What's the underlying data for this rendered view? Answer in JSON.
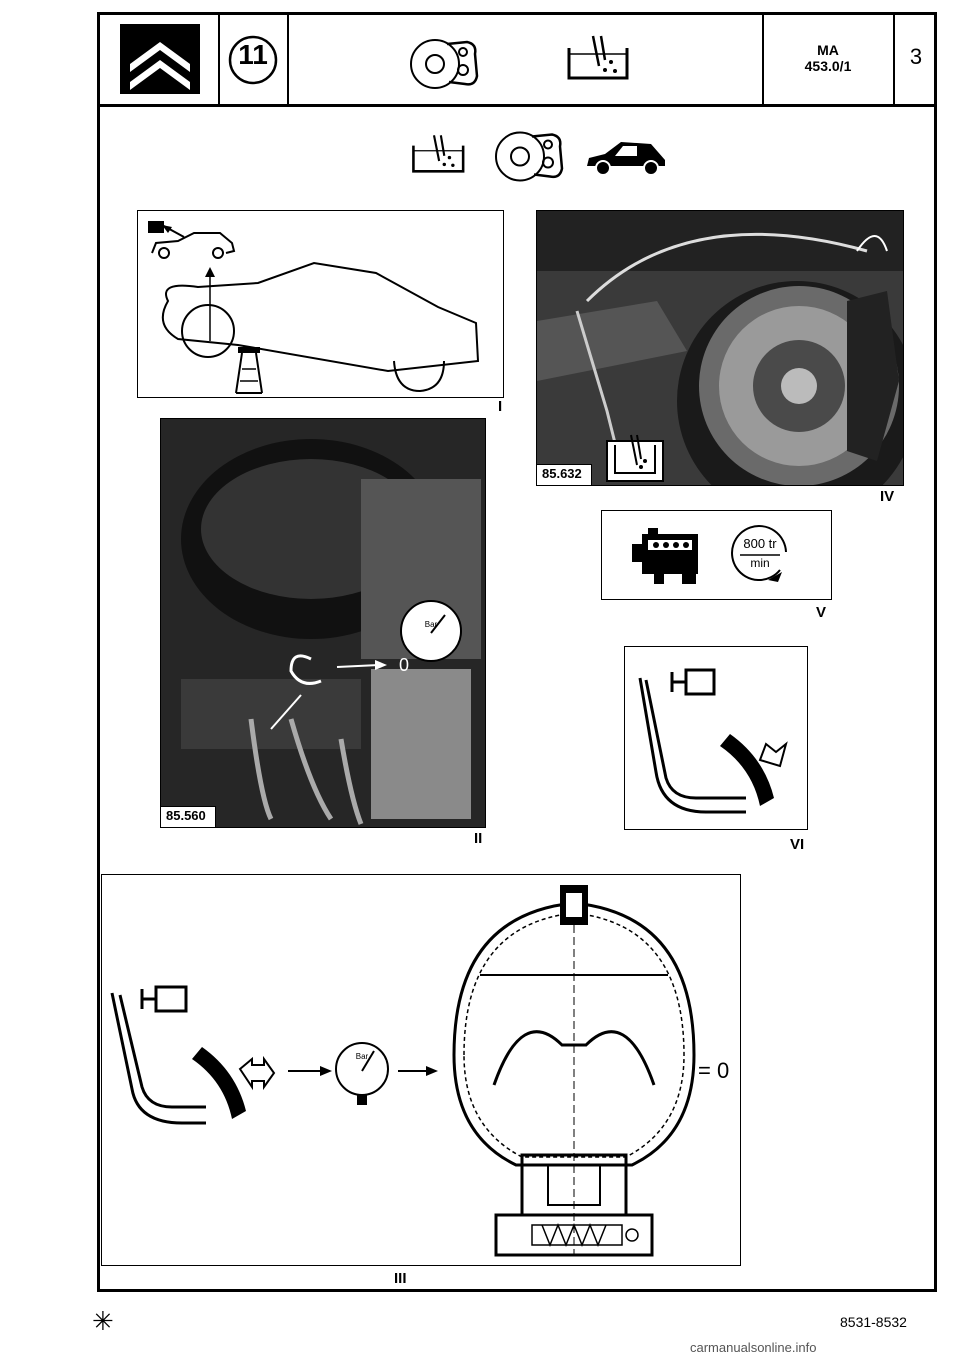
{
  "header": {
    "section_number": "11",
    "ref_line1": "MA",
    "ref_line2": "453.0/1",
    "page_number": "3"
  },
  "figures": {
    "fig1": {
      "label": "I"
    },
    "fig2": {
      "label": "II",
      "photo_ref": "85.560",
      "gauge_text": "Bar",
      "zero_text": "0"
    },
    "fig3": {
      "label": "III",
      "gauge_text": "Bar",
      "result": "= 0"
    },
    "fig4": {
      "label": "IV",
      "photo_ref": "85.632"
    },
    "fig5": {
      "label": "V",
      "speed_top": "800 tr",
      "speed_bottom": "min"
    },
    "fig6": {
      "label": "VI"
    }
  },
  "footer": {
    "symbol": "✳",
    "code": "8531-8532",
    "watermark": "carmanualsonline.info"
  },
  "colors": {
    "ink": "#000000",
    "paper": "#ffffff",
    "photo_dark": "#2a2a2a"
  }
}
